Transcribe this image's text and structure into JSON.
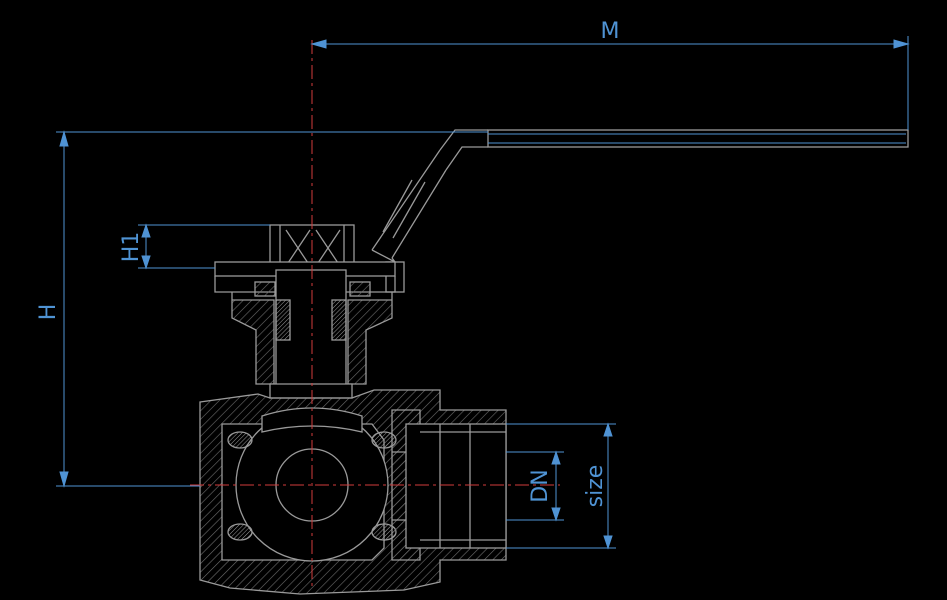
{
  "labels": {
    "m": "M",
    "h": "H",
    "h1": "H1",
    "dn": "DN",
    "size": "size"
  },
  "colors": {
    "background": "#000000",
    "outline": "#9a9a9a",
    "dimension": "#4f93d4",
    "centerline": "#d23b3b",
    "hatch": "#6e6e6e"
  }
}
